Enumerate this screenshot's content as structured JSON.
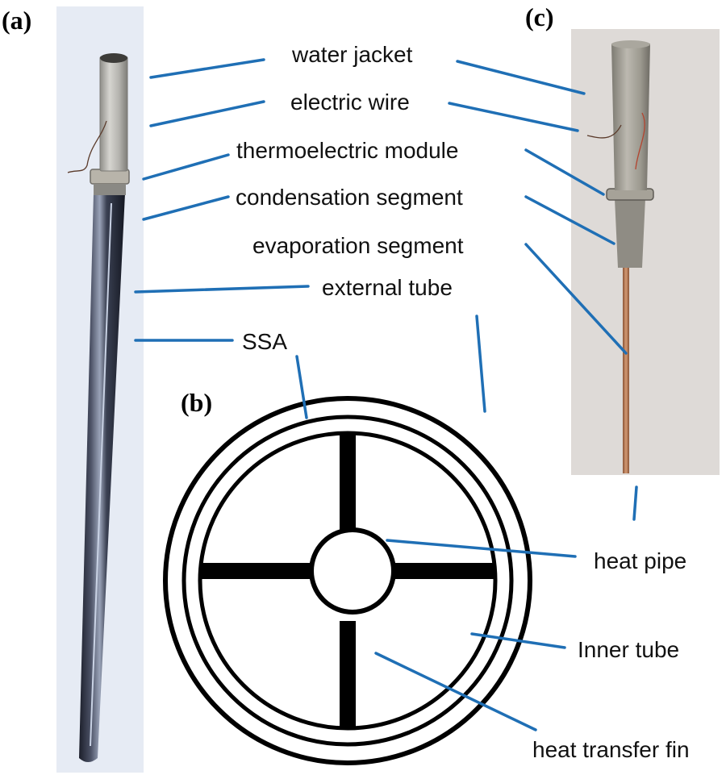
{
  "panels": {
    "a": "(a)",
    "b": "(b)",
    "c": "(c)"
  },
  "labels": {
    "water_jacket": "water jacket",
    "electric_wire": "electric wire",
    "thermoelectric_module": "thermoelectric module",
    "condensation_segment": "condensation segment",
    "evaporation_segment": "evaporation segment",
    "external_tube": "external tube",
    "ssa": "SSA",
    "heat_pipe": "heat pipe",
    "inner_tube": "Inner tube",
    "heat_transfer_fin": "heat transfer fin"
  },
  "colors": {
    "leader_line": "#1f6fb5",
    "photo_a_background": "#e6ebf4",
    "photo_c_background": "#dedad7",
    "tube_dark": "#2b2f3d",
    "copper_pipe": "#b87a55",
    "metal_jacket": "#a9a8a3"
  }
}
